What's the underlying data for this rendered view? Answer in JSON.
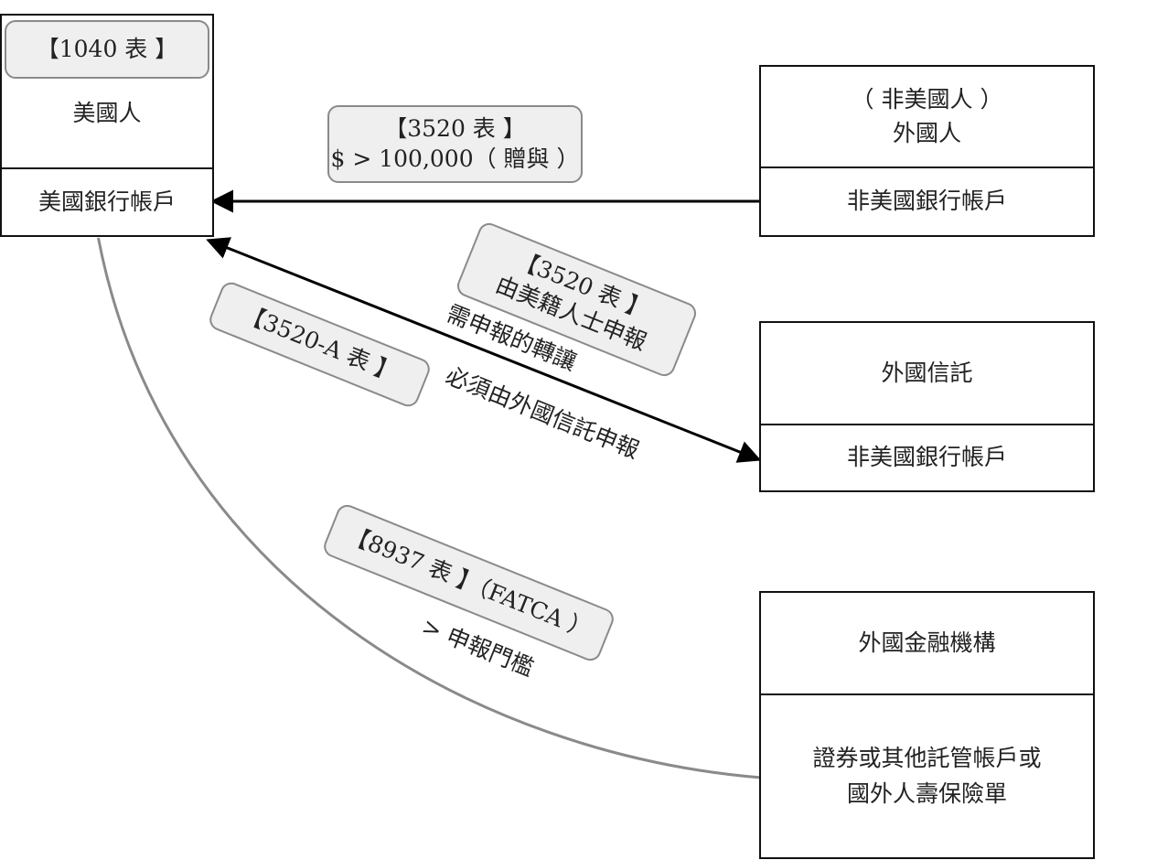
{
  "us_person": {
    "form_badge": "【1040 表 】",
    "title": "美國人",
    "account": "美國銀行帳戶"
  },
  "foreign_person": {
    "title_line1": "（ 非美國人 ）",
    "title_line2": "外國人",
    "account": "非美國銀行帳戶"
  },
  "foreign_trust": {
    "title": "外國信託",
    "account": "非美國銀行帳戶"
  },
  "foreign_fi": {
    "title": "外國金融機構",
    "detail_line1": "證券或其他託管帳戶或",
    "detail_line2": "國外人壽保險單"
  },
  "edges": {
    "gift": {
      "form": "【3520 表 】",
      "threshold": "$ > 100,000（ 贈與 ）"
    },
    "transfer": {
      "form": "【3520 表 】",
      "by": "由美籍人士申報",
      "note": "需申報的轉讓"
    },
    "trust_report": {
      "form": "【3520-A 表 】",
      "note": "必須由外國信託申報"
    },
    "fatca": {
      "form": "【8937 表 】（FATCA ）",
      "note": "> 申報門檻"
    }
  }
}
